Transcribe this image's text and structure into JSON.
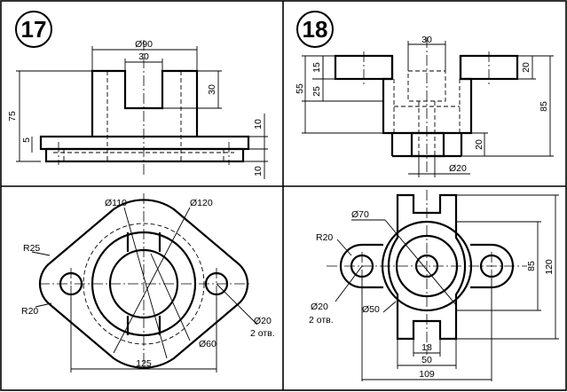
{
  "sheet": {
    "left_problem": {
      "number": "17",
      "front_view": {
        "d_top": "Ø90",
        "w_slot": "30",
        "h_slot": "30",
        "h_total": "75",
        "h_step": "5",
        "h_base1": "10",
        "h_base2": "10"
      },
      "top_view": {
        "d110": "Ø110",
        "d120": "Ø120",
        "r25": "R25",
        "r20": "R20",
        "d20": "Ø20",
        "holes": "2 отв.",
        "d60": "Ø60",
        "len125": "125"
      }
    },
    "right_problem": {
      "number": "18",
      "front_view": {
        "w30": "30",
        "h15": "15",
        "h25": "25",
        "h55": "55",
        "h20_top": "20",
        "h85": "85",
        "h20_bot": "20",
        "d20": "Ø20"
      },
      "top_view": {
        "d70": "Ø70",
        "r20": "R20",
        "d20": "Ø20",
        "holes": "2 отв.",
        "d50": "Ø50",
        "v85": "85",
        "v120": "120",
        "w18": "18",
        "w50": "50",
        "w109": "109"
      }
    }
  }
}
